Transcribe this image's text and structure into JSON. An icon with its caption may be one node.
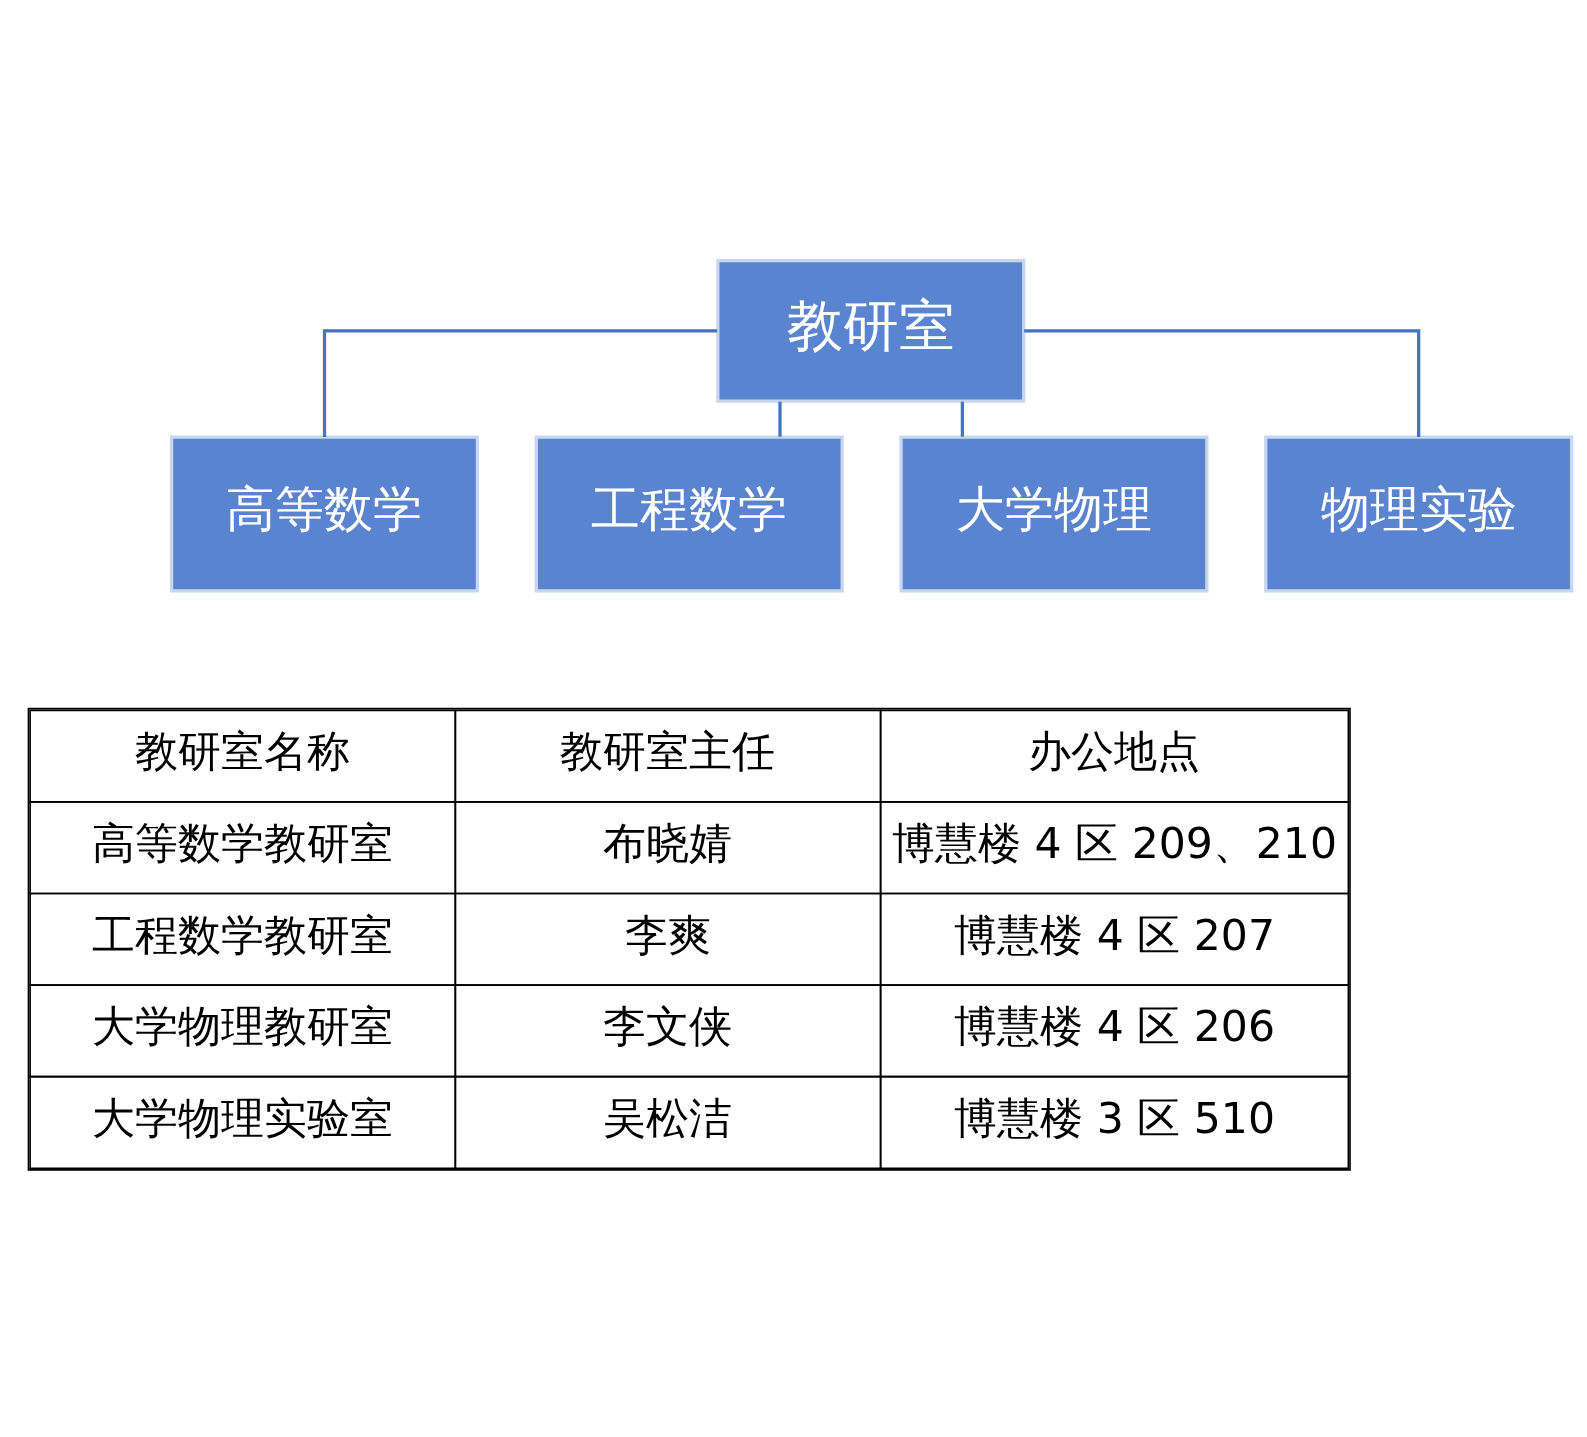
{
  "diagram": {
    "nodes": [
      {
        "text": [
          "教研室"
        ]
      },
      {
        "text": [
          "高等数学"
        ]
      },
      {
        "text": [
          "工程数学"
        ]
      },
      {
        "text": [
          "大学物理"
        ]
      },
      {
        "text": [
          "物理实验"
        ]
      }
    ],
    "edges": [
      {
        "from": 0,
        "to": 1,
        "arrow": "none"
      },
      {
        "from": 0,
        "to": 2,
        "arrow": "none"
      },
      {
        "from": 0,
        "to": 3,
        "arrow": "none"
      },
      {
        "from": 0,
        "to": 4,
        "arrow": "none"
      }
    ],
    "labels": [
      "教研室名称",
      "教研室主任",
      "办公地点",
      "高等数学教研室",
      "布晓婧",
      "博慧楼 4 区 209、210",
      "工程数学教研室",
      "李爽",
      "博慧楼 4 区 207",
      "大学物理教研室",
      "李文侠",
      "博慧楼 4 区 206",
      "大学物理实验室",
      "吴松洁",
      "博慧楼 3 区 510"
    ]
  }
}
